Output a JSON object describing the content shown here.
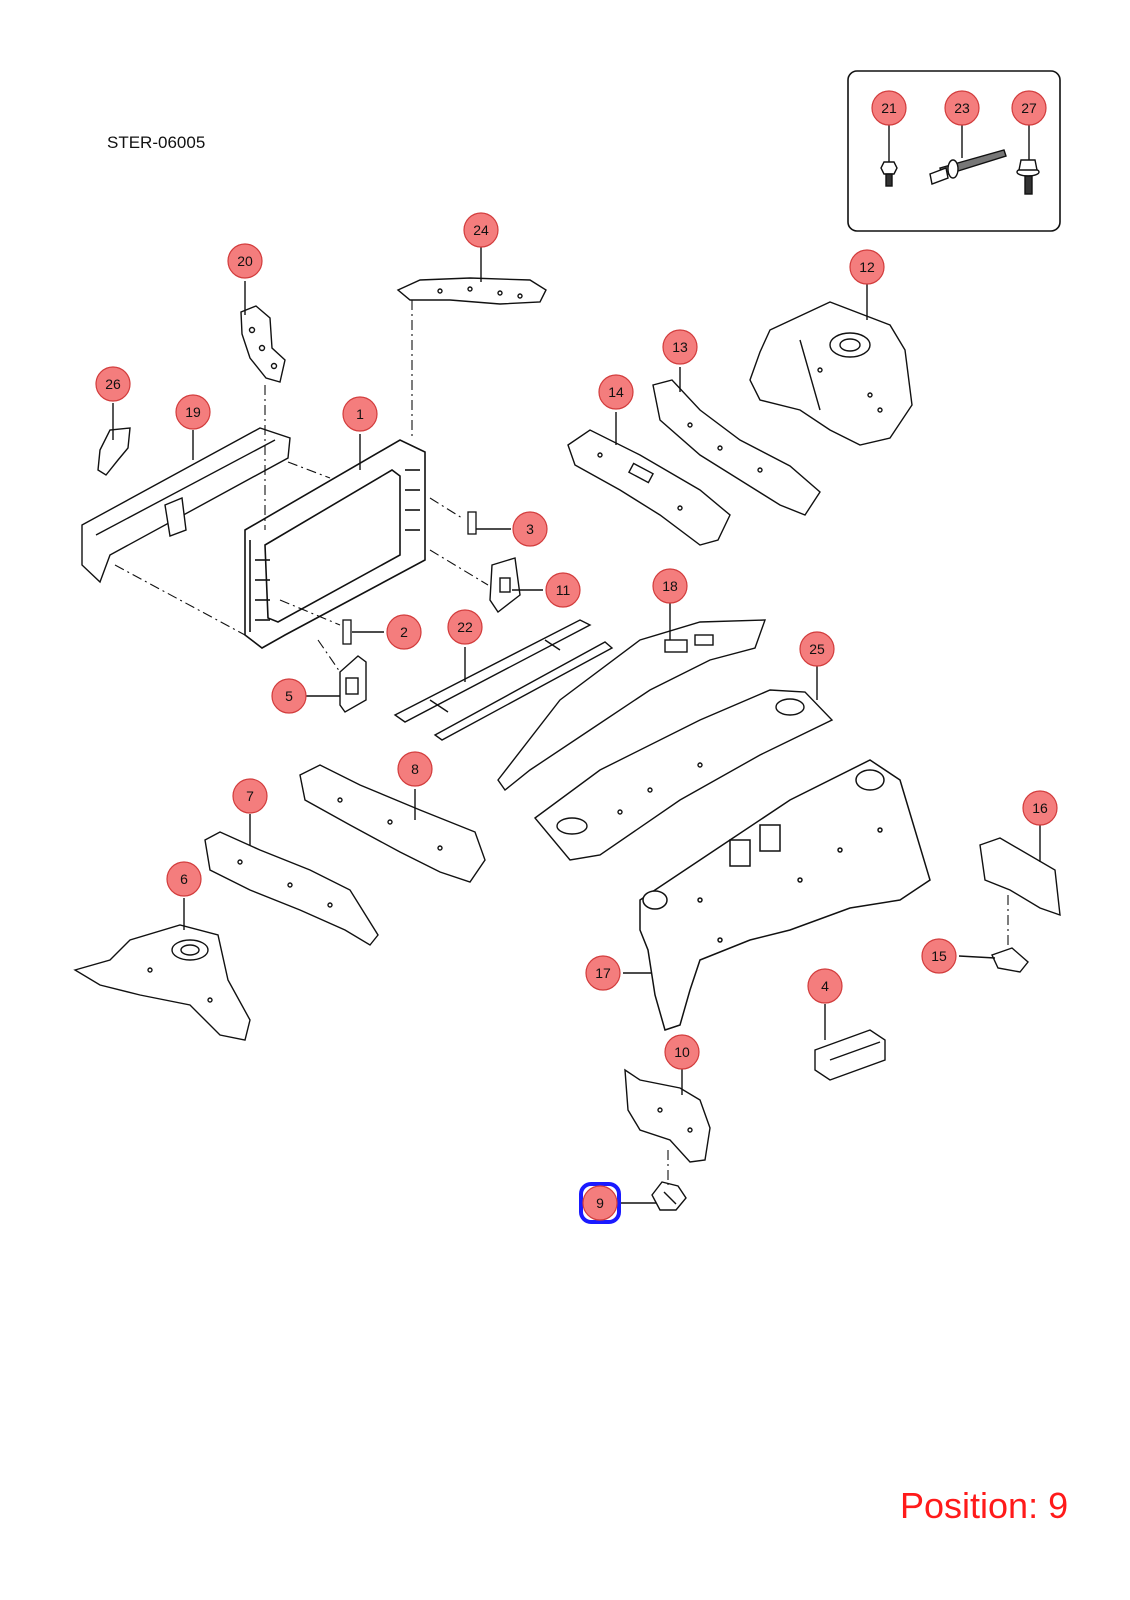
{
  "drawing_code": "STER-06005",
  "position_readout": "Position: 9",
  "selected_callout": "9",
  "colors": {
    "callout_fill": "#f47d7d",
    "callout_stroke": "#d23c3c",
    "selected_ring": "#1a1aff",
    "position_text": "#ff1a1a",
    "line_art": "#111111"
  },
  "callouts": [
    {
      "id": "c21",
      "label": "21"
    },
    {
      "id": "c23",
      "label": "23"
    },
    {
      "id": "c27",
      "label": "27"
    },
    {
      "id": "c24",
      "label": "24"
    },
    {
      "id": "c20",
      "label": "20"
    },
    {
      "id": "c12",
      "label": "12"
    },
    {
      "id": "c13",
      "label": "13"
    },
    {
      "id": "c26",
      "label": "26"
    },
    {
      "id": "c19",
      "label": "19"
    },
    {
      "id": "c1",
      "label": "1"
    },
    {
      "id": "c14",
      "label": "14"
    },
    {
      "id": "c3",
      "label": "3"
    },
    {
      "id": "c11",
      "label": "11"
    },
    {
      "id": "c18",
      "label": "18"
    },
    {
      "id": "c2",
      "label": "2"
    },
    {
      "id": "c22",
      "label": "22"
    },
    {
      "id": "c25",
      "label": "25"
    },
    {
      "id": "c5",
      "label": "5"
    },
    {
      "id": "c8",
      "label": "8"
    },
    {
      "id": "c7",
      "label": "7"
    },
    {
      "id": "c16",
      "label": "16"
    },
    {
      "id": "c6",
      "label": "6"
    },
    {
      "id": "c15",
      "label": "15"
    },
    {
      "id": "c17",
      "label": "17"
    },
    {
      "id": "c4",
      "label": "4"
    },
    {
      "id": "c10",
      "label": "10"
    },
    {
      "id": "c9",
      "label": "9"
    }
  ]
}
